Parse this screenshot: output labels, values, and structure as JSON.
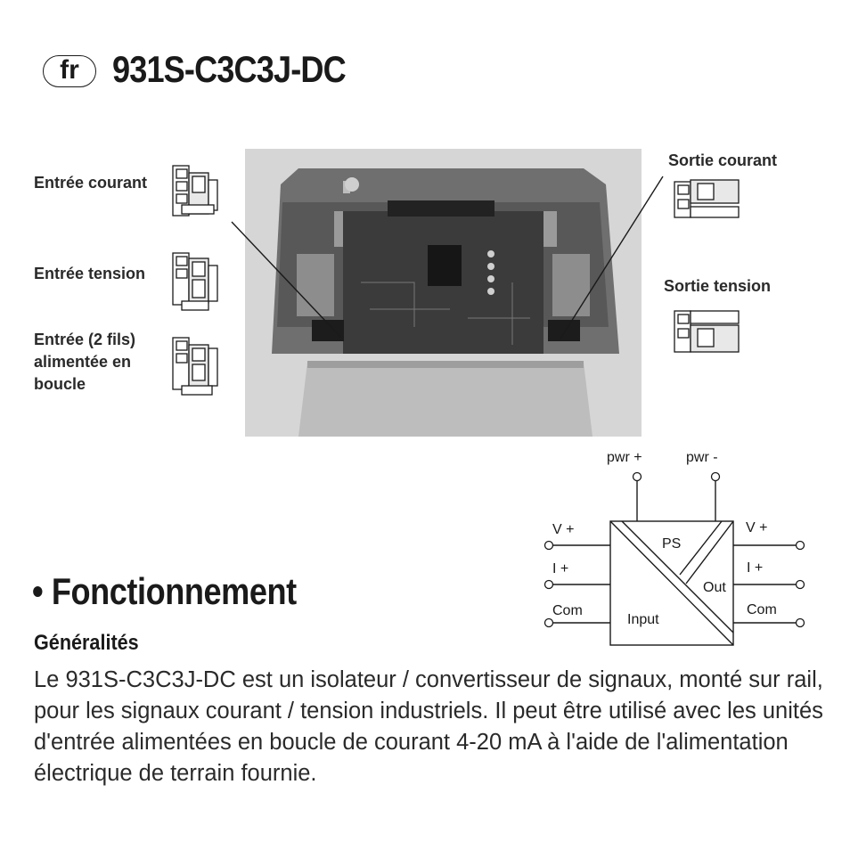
{
  "header": {
    "lang": "fr",
    "title": "931S-C3C3J-DC"
  },
  "labels": {
    "input_current": "Entrée courant",
    "input_voltage": "Entrée tension",
    "input_loop_line1": "Entrée (2 fils)",
    "input_loop_line2": "alimentée en",
    "input_loop_line3": "boucle",
    "output_current": "Sortie courant",
    "output_voltage": "Sortie tension"
  },
  "diagram": {
    "pwr_plus": "pwr +",
    "pwr_minus": "pwr -",
    "left_v": "V +",
    "left_i": "I +",
    "left_com": "Com",
    "right_v": "V +",
    "right_i": "I +",
    "right_com": "Com",
    "ps": "PS",
    "out": "Out",
    "input": "Input"
  },
  "section": {
    "heading": "• Fonctionnement",
    "subheading": "Généralités",
    "body": "Le 931S-C3C3J-DC est un isolateur / convertisseur de signaux, monté sur rail, pour les signaux courant / tension industriels. Il peut être utilisé avec les unités d'entrée alimentées en boucle de courant 4-20 mA à l'aide de l'alimentation électrique de terrain fournie."
  },
  "colors": {
    "text": "#1a1a1a",
    "photo_bg": "#cfcfcf",
    "housing": "#6a6a6a",
    "pcb": "#3a3a3a"
  }
}
